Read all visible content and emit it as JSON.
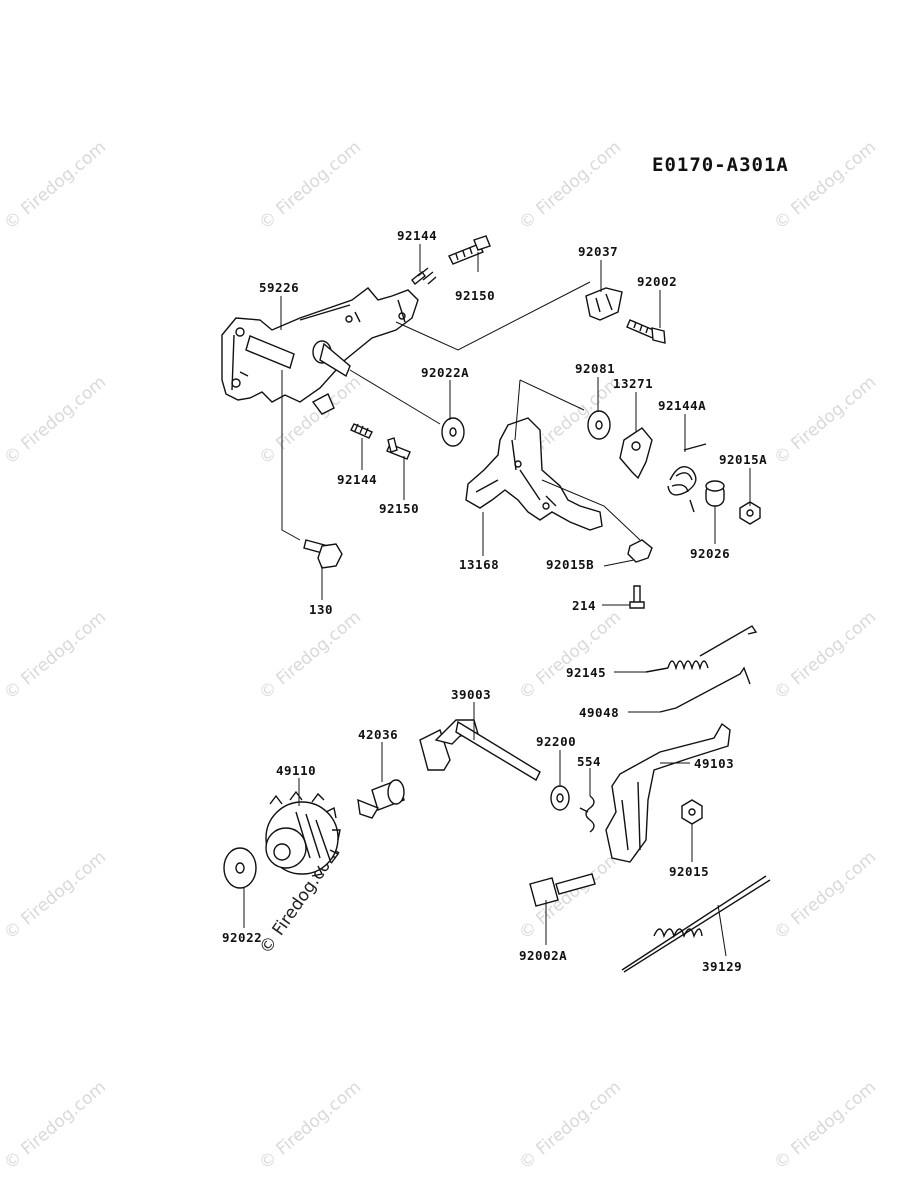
{
  "diagram_code": "E0170-A301A",
  "watermark": "© Firedog.com",
  "parts": {
    "p59226": "59226",
    "p92144_top": "92144",
    "p92150_top": "92150",
    "p92037": "92037",
    "p92002": "92002",
    "p92022A": "92022A",
    "p92081": "92081",
    "p13271": "13271",
    "p92144A": "92144A",
    "p92015A": "92015A",
    "p92144_bot": "92144",
    "p92150_bot": "92150",
    "p92026": "92026",
    "p13168": "13168",
    "p92015B": "92015B",
    "p130": "130",
    "p214": "214",
    "p92145": "92145",
    "p49048": "49048",
    "p39003": "39003",
    "p42036": "42036",
    "p49110": "49110",
    "p92200": "92200",
    "p554": "554",
    "p49103": "49103",
    "p92015": "92015",
    "p92022": "92022",
    "p92002A": "92002A",
    "p39129": "39129"
  }
}
